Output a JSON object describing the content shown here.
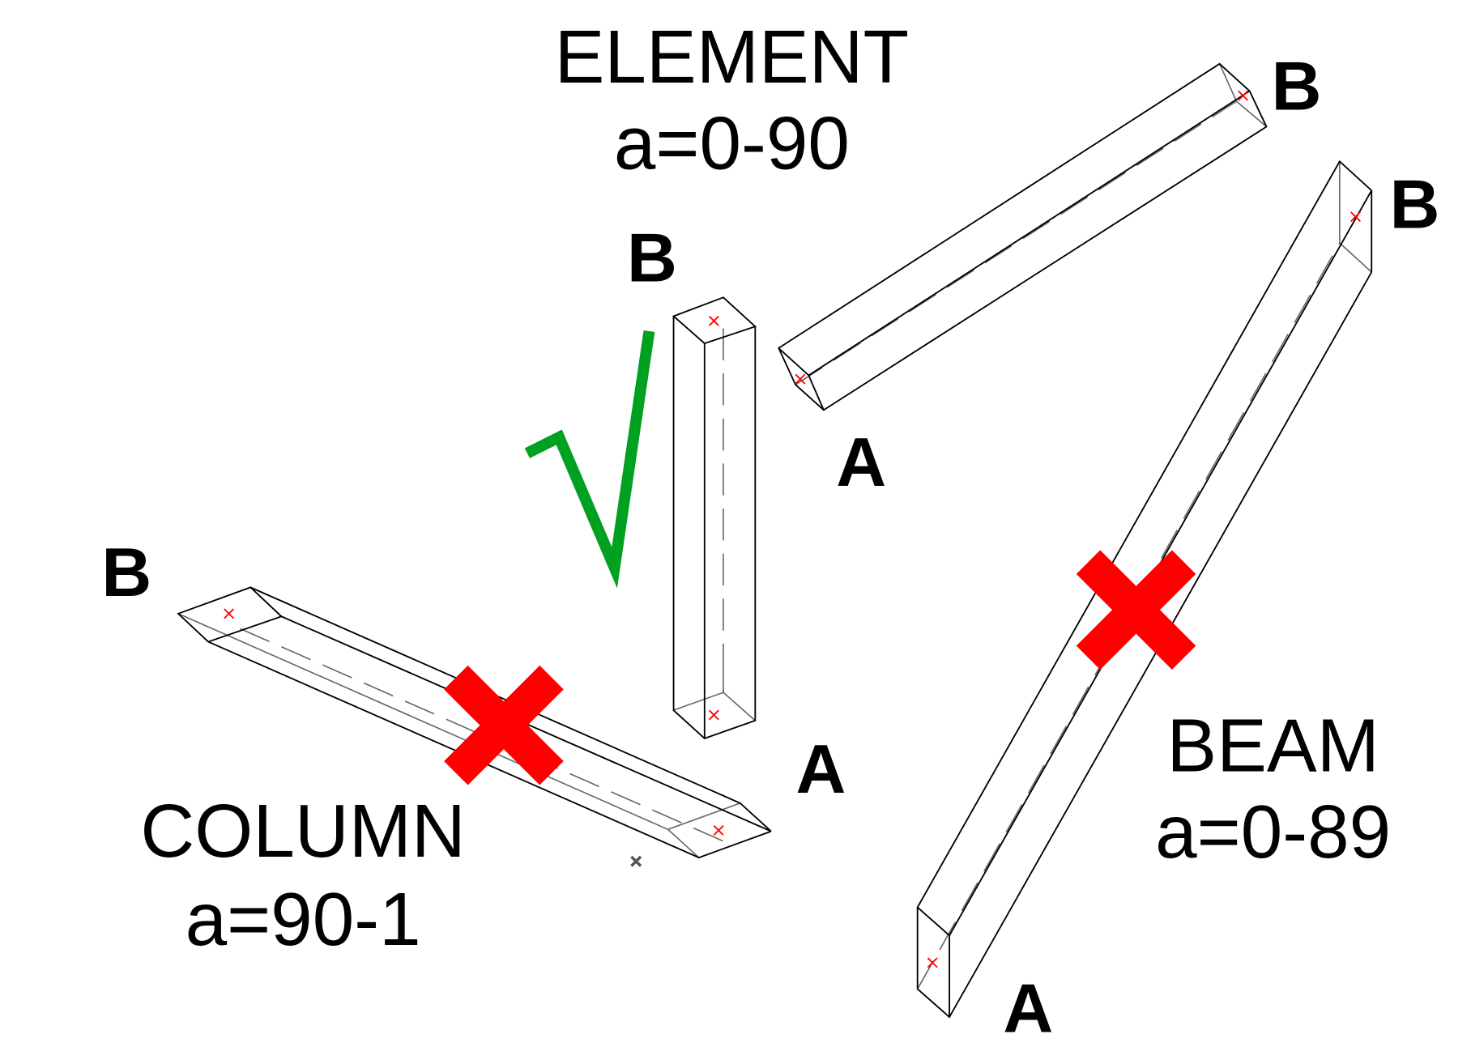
{
  "element": {
    "title": "ELEMENT",
    "range": "a=0-90",
    "status": "valid"
  },
  "beam": {
    "title": "BEAM",
    "range": "a=0-89",
    "status": "invalid"
  },
  "column": {
    "title": "COLUMN",
    "range": "a=90-1",
    "status": "invalid"
  },
  "end_labels": {
    "start": "A",
    "end": "B"
  },
  "colors": {
    "check": "#00a020",
    "cross": "#ff0000",
    "line": "#000000"
  }
}
